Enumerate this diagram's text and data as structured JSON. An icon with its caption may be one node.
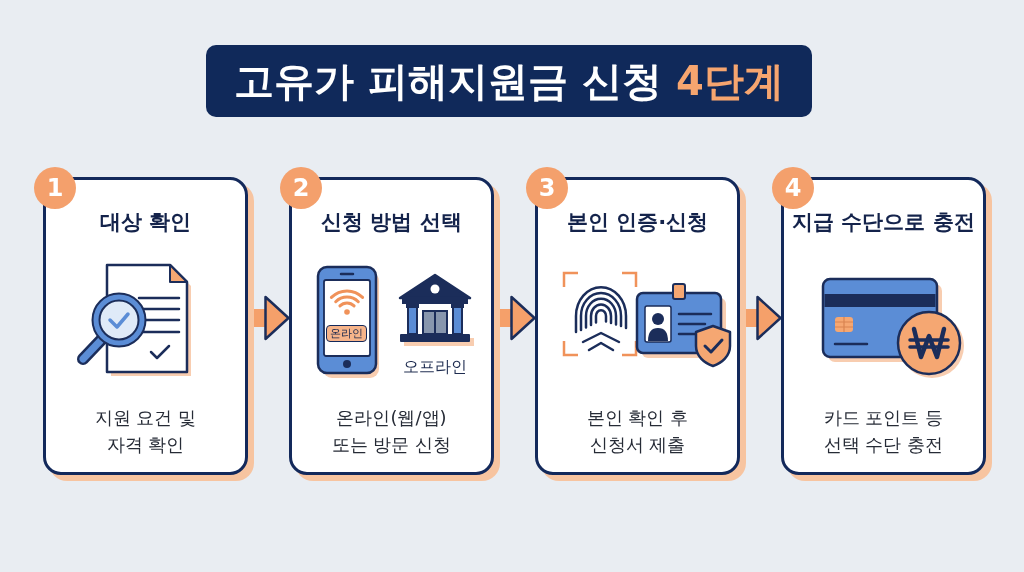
{
  "diagram": {
    "title": "고유가 피해지원금 신청 **4단계**",
    "nodes": [
      {
        "text": [
          "1"
        ]
      },
      {
        "text": [
          "대상 확인",
          "지원 요건 및 자격 확인"
        ]
      },
      {
        "text": [
          "2"
        ]
      },
      {
        "text": [
          "신청 방법 선택",
          "온라인(웹/앱) 또는 방문 신청"
        ]
      },
      {
        "text": [
          "온라인"
        ],
        "in": 3
      },
      {
        "text": [
          "3"
        ]
      },
      {
        "text": [
          "본인 인증·신청",
          "본인 확인 후 신청서 제출"
        ]
      },
      {
        "text": [
          "4"
        ]
      },
      {
        "text": [
          "지급 수단으로 충전",
          "카드 포인트 등 선택 수단 충전"
        ]
      }
    ],
    "edges": [
      {
        "from": 1,
        "to": 3,
        "arrow": "to"
      },
      {
        "from": 3,
        "to": 6,
        "arrow": "to"
      },
      {
        "from": 6,
        "to": 8,
        "arrow": "to"
      }
    ],
    "labels": [
      "오프라인"
    ]
  }
}
